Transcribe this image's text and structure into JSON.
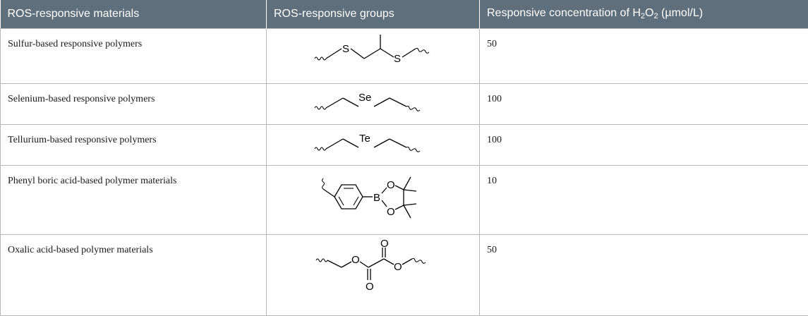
{
  "headers": {
    "col1": "ROS-responsive materials",
    "col2": "ROS-responsive groups",
    "col3_prefix": "Responsive concentration of H",
    "col3_sub1": "2",
    "col3_mid": "O",
    "col3_sub2": "2",
    "col3_suffix": " (µmol/L)"
  },
  "rows": [
    {
      "material": "Sulfur-based responsive polymers",
      "concentration": "50",
      "atom_1": "S",
      "atom_2": "S"
    },
    {
      "material": "Selenium-based responsive polymers",
      "concentration": "100",
      "atom_1": "Se"
    },
    {
      "material": "Tellurium-based responsive polymers",
      "concentration": "100",
      "atom_1": "Te"
    },
    {
      "material": "Phenyl boric acid-based polymer materials",
      "concentration": "10",
      "atom_1": "B",
      "atom_2": "O",
      "atom_3": "O"
    },
    {
      "material": "Oxalic acid-based polymer materials",
      "concentration": "50",
      "atom_1": "O",
      "atom_2": "O",
      "atom_3": "O",
      "atom_4": "O"
    }
  ]
}
